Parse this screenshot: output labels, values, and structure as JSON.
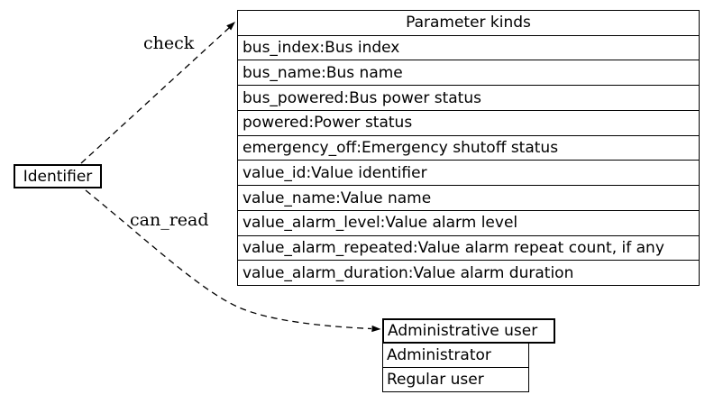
{
  "diagram": {
    "colors": {
      "line": "#000000",
      "background": "#ffffff"
    },
    "identifier_node": {
      "label": "Identifier"
    },
    "edges": [
      {
        "label": "check"
      },
      {
        "label": "can_read"
      }
    ],
    "parameter_table": {
      "title": "Parameter kinds",
      "rows": [
        "bus_index:Bus index",
        "bus_name:Bus name",
        "bus_powered:Bus power status",
        "powered:Power status",
        "emergency_off:Emergency shutoff status",
        "value_id:Value identifier",
        "value_name:Value name",
        "value_alarm_level:Value alarm level",
        "value_alarm_repeated:Value alarm repeat count, if any",
        "value_alarm_duration:Value alarm duration"
      ]
    },
    "admin_table": {
      "title": "Administrative user",
      "rows": [
        "Administrator",
        "Regular user"
      ]
    }
  }
}
